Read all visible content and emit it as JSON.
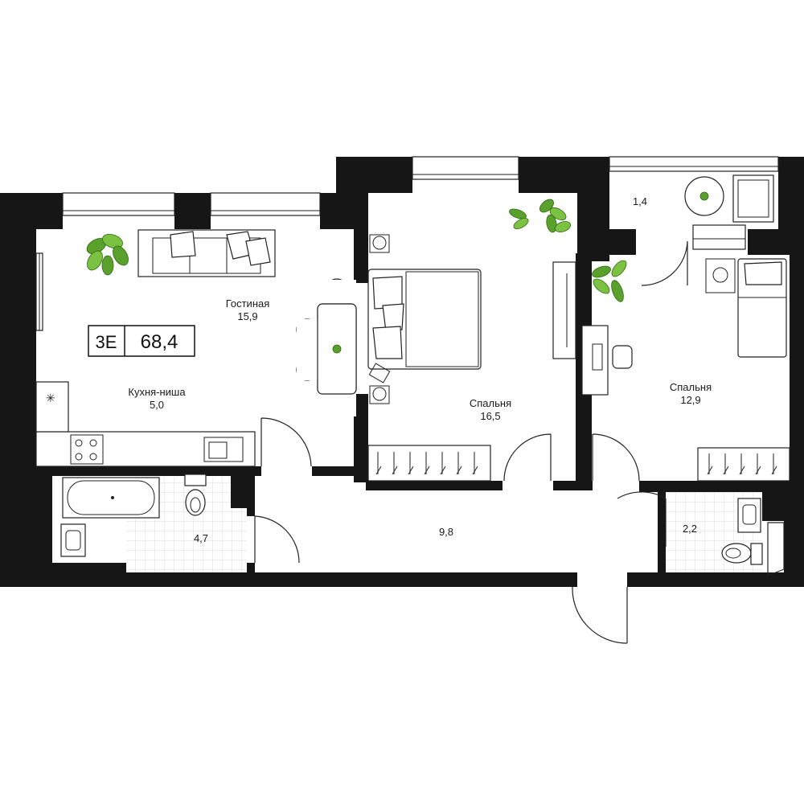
{
  "plan": {
    "badge": {
      "type": "3Е",
      "area": "68,4"
    },
    "rooms": {
      "living": {
        "name": "Гостиная",
        "area": "15,9"
      },
      "kitchen": {
        "name": "Кухня-ниша",
        "area": "5,0"
      },
      "bedroom_1": {
        "name": "Спальня",
        "area": "16,5"
      },
      "bedroom_2": {
        "name": "Спальня",
        "area": "12,9"
      },
      "balcony": {
        "area": "1,4"
      },
      "bathroom": {
        "area": "4,7"
      },
      "hall": {
        "area": "9,8"
      },
      "wc": {
        "area": "2,2"
      }
    },
    "colors": {
      "wall": "#161616",
      "plant": "#5aa02c",
      "background": "#ffffff"
    }
  }
}
